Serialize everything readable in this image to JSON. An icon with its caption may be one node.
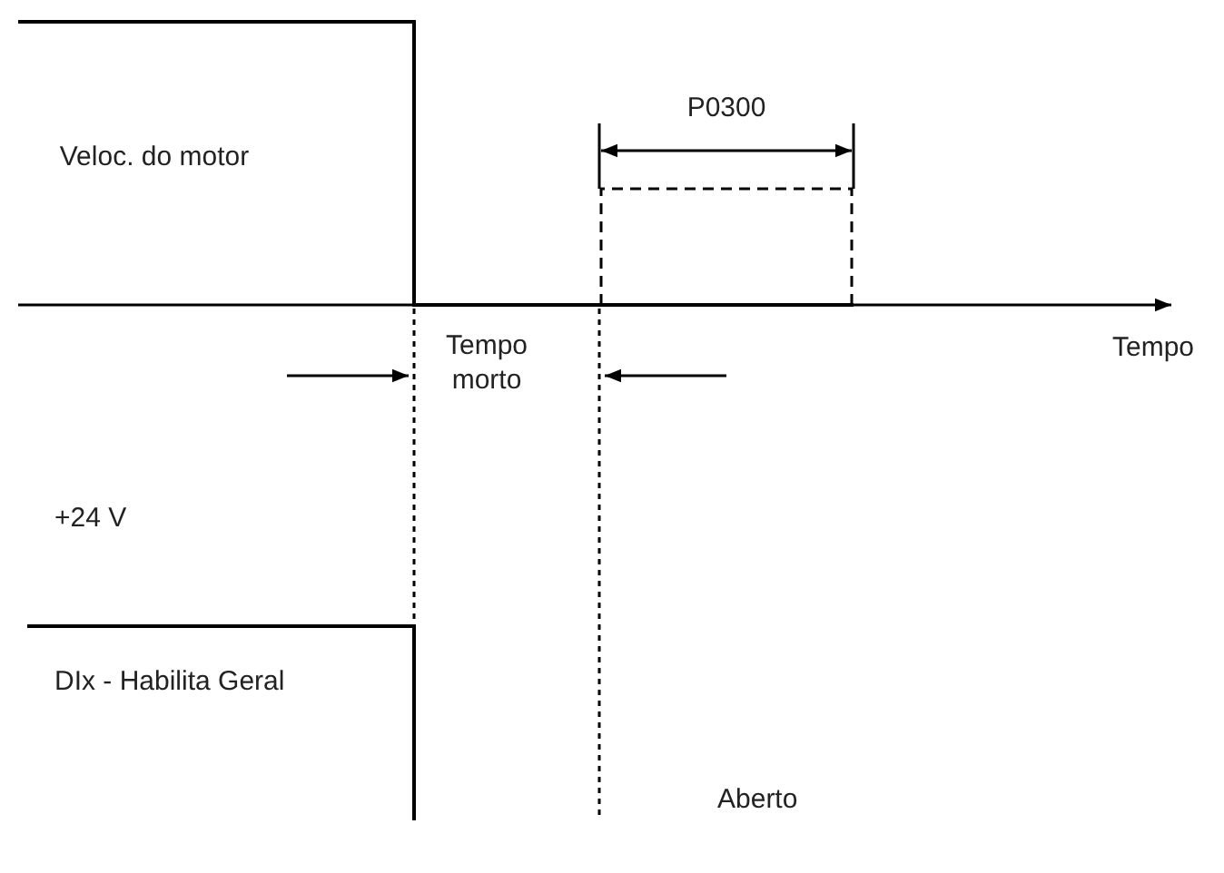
{
  "diagram": {
    "labels": [
      "Veloc. do motor",
      "P0300",
      "Tempo",
      "Tempo morto",
      "+24 V",
      "DIx - Habilita Geral",
      "Aberto"
    ]
  }
}
